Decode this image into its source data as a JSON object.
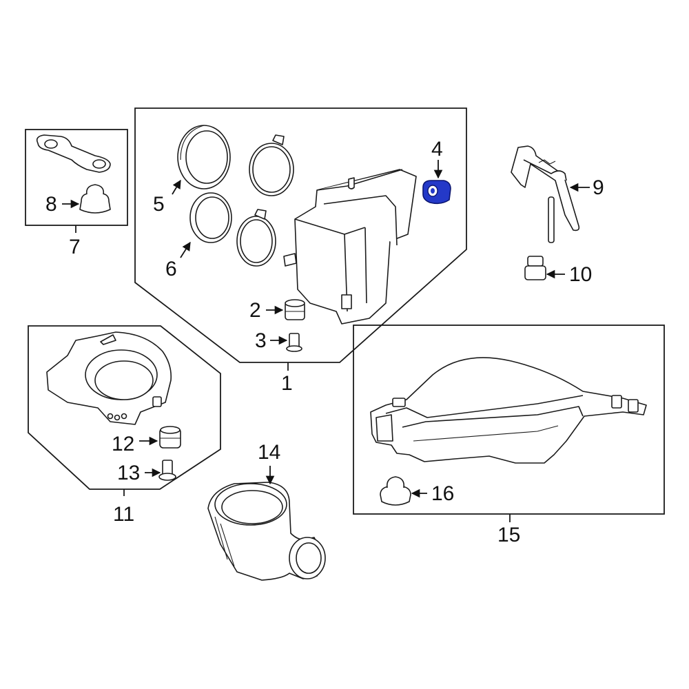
{
  "callouts": {
    "c1": "1",
    "c2": "2",
    "c3": "3",
    "c4": "4",
    "c5": "5",
    "c6": "6",
    "c7": "7",
    "c8": "8",
    "c9": "9",
    "c10": "10",
    "c11": "11",
    "c12": "12",
    "c13": "13",
    "c14": "14",
    "c15": "15",
    "c16": "16"
  },
  "highlight": {
    "part": "4",
    "color": "#2439c8"
  }
}
